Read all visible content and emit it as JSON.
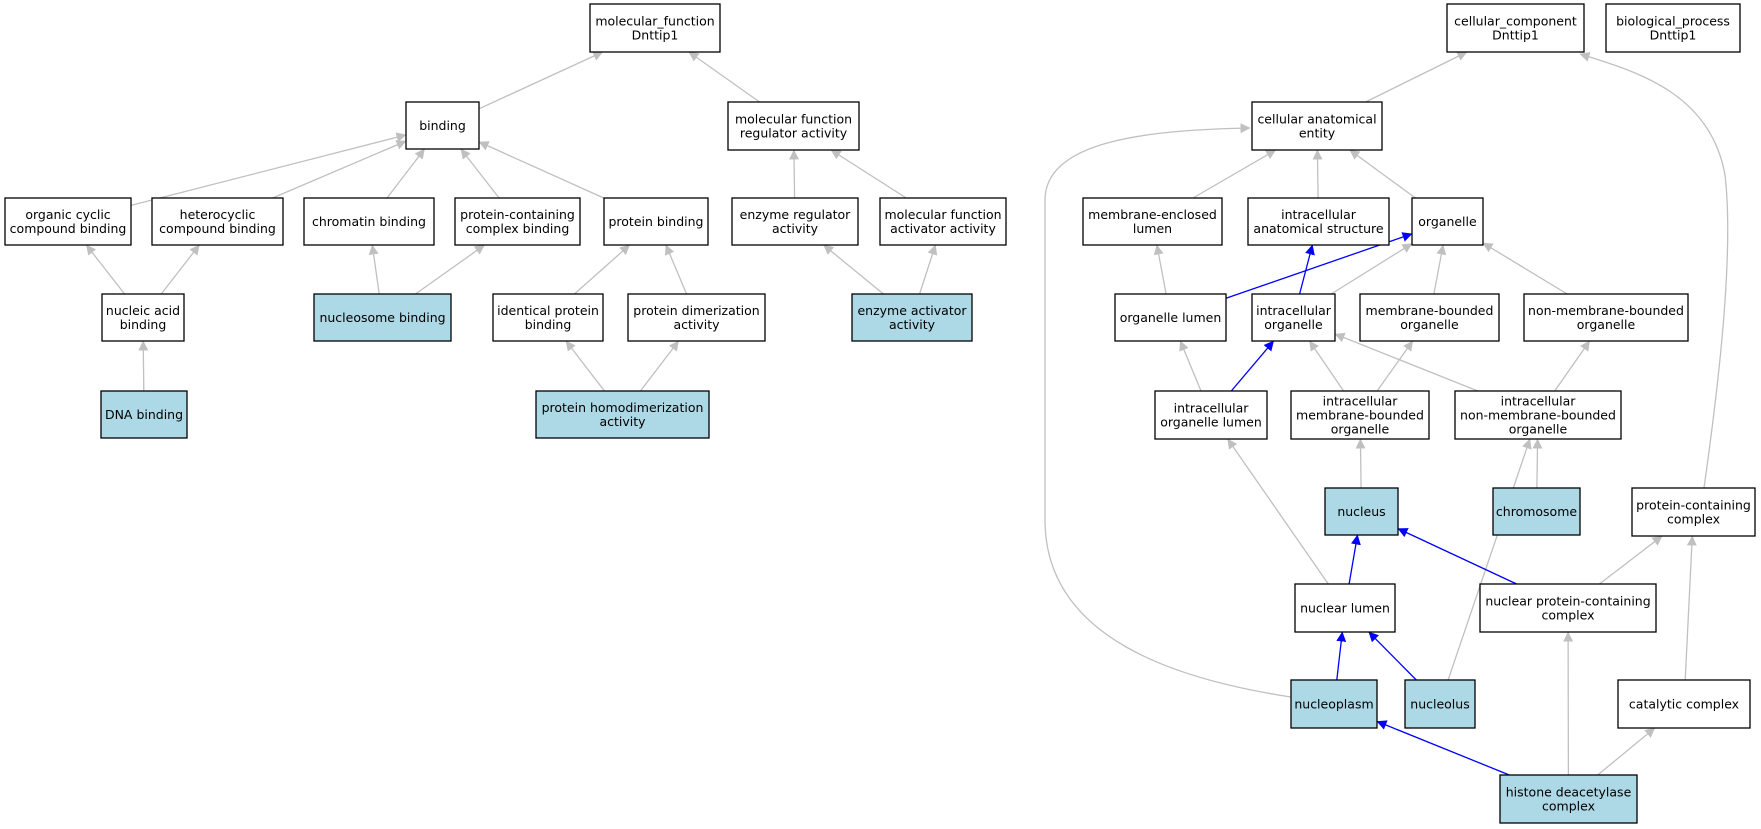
{
  "colors": {
    "node_fill": "#ffffff",
    "highlight_fill": "#add8e6",
    "edge_gray": "#c0c0c0",
    "edge_blue": "#0000ff",
    "border": "#000000"
  },
  "nodes": [
    {
      "id": "mf_root",
      "lines": [
        "molecular_function",
        "Dnttip1"
      ],
      "highlight": false
    },
    {
      "id": "binding",
      "lines": [
        "binding"
      ],
      "highlight": false
    },
    {
      "id": "mf_reg",
      "lines": [
        "molecular function",
        "regulator activity"
      ],
      "highlight": false
    },
    {
      "id": "organic_cyclic",
      "lines": [
        "organic cyclic",
        "compound binding"
      ],
      "highlight": false
    },
    {
      "id": "heterocyclic",
      "lines": [
        "heterocyclic",
        "compound binding"
      ],
      "highlight": false
    },
    {
      "id": "chromatin",
      "lines": [
        "chromatin binding"
      ],
      "highlight": false
    },
    {
      "id": "pc_complex_binding",
      "lines": [
        "protein-containing",
        "complex binding"
      ],
      "highlight": false
    },
    {
      "id": "protein_binding",
      "lines": [
        "protein binding"
      ],
      "highlight": false
    },
    {
      "id": "enzyme_reg",
      "lines": [
        "enzyme regulator",
        "activity"
      ],
      "highlight": false
    },
    {
      "id": "mf_act",
      "lines": [
        "molecular function",
        "activator activity"
      ],
      "highlight": false
    },
    {
      "id": "nucleic_acid",
      "lines": [
        "nucleic acid",
        "binding"
      ],
      "highlight": false
    },
    {
      "id": "nucleosome",
      "lines": [
        "nucleosome binding"
      ],
      "highlight": true
    },
    {
      "id": "identical",
      "lines": [
        "identical protein",
        "binding"
      ],
      "highlight": false
    },
    {
      "id": "dimerization",
      "lines": [
        "protein dimerization",
        "activity"
      ],
      "highlight": false
    },
    {
      "id": "enzyme_act",
      "lines": [
        "enzyme activator",
        "activity"
      ],
      "highlight": true
    },
    {
      "id": "dna",
      "lines": [
        "DNA binding"
      ],
      "highlight": true
    },
    {
      "id": "homodimer",
      "lines": [
        "protein homodimerization",
        "activity"
      ],
      "highlight": true
    },
    {
      "id": "cc_root",
      "lines": [
        "cellular_component",
        "Dnttip1"
      ],
      "highlight": false
    },
    {
      "id": "bp_root",
      "lines": [
        "biological_process",
        "Dnttip1"
      ],
      "highlight": false
    },
    {
      "id": "cae",
      "lines": [
        "cellular anatomical",
        "entity"
      ],
      "highlight": false
    },
    {
      "id": "mem_lumen",
      "lines": [
        "membrane-enclosed",
        "lumen"
      ],
      "highlight": false
    },
    {
      "id": "ias",
      "lines": [
        "intracellular",
        "anatomical structure"
      ],
      "highlight": false
    },
    {
      "id": "organelle",
      "lines": [
        "organelle"
      ],
      "highlight": false
    },
    {
      "id": "org_lumen",
      "lines": [
        "organelle lumen"
      ],
      "highlight": false
    },
    {
      "id": "ic_org",
      "lines": [
        "intracellular",
        "organelle"
      ],
      "highlight": false
    },
    {
      "id": "mb_org",
      "lines": [
        "membrane-bounded",
        "organelle"
      ],
      "highlight": false
    },
    {
      "id": "nmb_org",
      "lines": [
        "non-membrane-bounded",
        "organelle"
      ],
      "highlight": false
    },
    {
      "id": "ic_org_lumen",
      "lines": [
        "intracellular",
        "organelle lumen"
      ],
      "highlight": false
    },
    {
      "id": "ic_mb_org",
      "lines": [
        "intracellular",
        "membrane-bounded",
        "organelle"
      ],
      "highlight": false
    },
    {
      "id": "ic_nmb_org",
      "lines": [
        "intracellular",
        "non-membrane-bounded",
        "organelle"
      ],
      "highlight": false
    },
    {
      "id": "nucleus",
      "lines": [
        "nucleus"
      ],
      "highlight": true
    },
    {
      "id": "chromosome",
      "lines": [
        "chromosome"
      ],
      "highlight": true
    },
    {
      "id": "pc_complex",
      "lines": [
        "protein-containing",
        "complex"
      ],
      "highlight": false
    },
    {
      "id": "nuc_lumen",
      "lines": [
        "nuclear lumen"
      ],
      "highlight": false
    },
    {
      "id": "nuc_pc",
      "lines": [
        "nuclear protein-containing",
        "complex"
      ],
      "highlight": false
    },
    {
      "id": "nucleoplasm",
      "lines": [
        "nucleoplasm"
      ],
      "highlight": true
    },
    {
      "id": "nucleolus",
      "lines": [
        "nucleolus"
      ],
      "highlight": true
    },
    {
      "id": "catalytic",
      "lines": [
        "catalytic complex"
      ],
      "highlight": false
    },
    {
      "id": "hdac",
      "lines": [
        "histone deacetylase",
        "complex"
      ],
      "highlight": true
    }
  ],
  "edges": [
    {
      "from": "binding",
      "to": "mf_root",
      "color": "gray"
    },
    {
      "from": "mf_reg",
      "to": "mf_root",
      "color": "gray"
    },
    {
      "from": "organic_cyclic",
      "to": "binding",
      "color": "gray"
    },
    {
      "from": "heterocyclic",
      "to": "binding",
      "color": "gray"
    },
    {
      "from": "chromatin",
      "to": "binding",
      "color": "gray"
    },
    {
      "from": "pc_complex_binding",
      "to": "binding",
      "color": "gray"
    },
    {
      "from": "protein_binding",
      "to": "binding",
      "color": "gray"
    },
    {
      "from": "enzyme_reg",
      "to": "mf_reg",
      "color": "gray"
    },
    {
      "from": "mf_act",
      "to": "mf_reg",
      "color": "gray"
    },
    {
      "from": "nucleic_acid",
      "to": "organic_cyclic",
      "color": "gray"
    },
    {
      "from": "nucleic_acid",
      "to": "heterocyclic",
      "color": "gray"
    },
    {
      "from": "nucleosome",
      "to": "chromatin",
      "color": "gray"
    },
    {
      "from": "nucleosome",
      "to": "pc_complex_binding",
      "color": "gray"
    },
    {
      "from": "identical",
      "to": "protein_binding",
      "color": "gray"
    },
    {
      "from": "dimerization",
      "to": "protein_binding",
      "color": "gray"
    },
    {
      "from": "enzyme_act",
      "to": "enzyme_reg",
      "color": "gray"
    },
    {
      "from": "enzyme_act",
      "to": "mf_act",
      "color": "gray"
    },
    {
      "from": "dna",
      "to": "nucleic_acid",
      "color": "gray"
    },
    {
      "from": "homodimer",
      "to": "identical",
      "color": "gray"
    },
    {
      "from": "homodimer",
      "to": "dimerization",
      "color": "gray"
    },
    {
      "from": "cae",
      "to": "cc_root",
      "color": "gray"
    },
    {
      "from": "pc_complex",
      "to": "cc_root",
      "color": "gray"
    },
    {
      "from": "mem_lumen",
      "to": "cae",
      "color": "gray"
    },
    {
      "from": "ias",
      "to": "cae",
      "color": "gray"
    },
    {
      "from": "organelle",
      "to": "cae",
      "color": "gray"
    },
    {
      "from": "nucleoplasm",
      "to": "cae",
      "color": "gray"
    },
    {
      "from": "org_lumen",
      "to": "mem_lumen",
      "color": "gray"
    },
    {
      "from": "org_lumen",
      "to": "organelle",
      "color": "blue"
    },
    {
      "from": "ic_org",
      "to": "ias",
      "color": "blue"
    },
    {
      "from": "ic_org",
      "to": "organelle",
      "color": "gray"
    },
    {
      "from": "mb_org",
      "to": "organelle",
      "color": "gray"
    },
    {
      "from": "nmb_org",
      "to": "organelle",
      "color": "gray"
    },
    {
      "from": "ic_org_lumen",
      "to": "org_lumen",
      "color": "gray"
    },
    {
      "from": "ic_org_lumen",
      "to": "ic_org",
      "color": "blue"
    },
    {
      "from": "ic_mb_org",
      "to": "ic_org",
      "color": "gray"
    },
    {
      "from": "ic_mb_org",
      "to": "mb_org",
      "color": "gray"
    },
    {
      "from": "ic_nmb_org",
      "to": "ic_org",
      "color": "gray"
    },
    {
      "from": "ic_nmb_org",
      "to": "nmb_org",
      "color": "gray"
    },
    {
      "from": "nucleus",
      "to": "ic_mb_org",
      "color": "gray"
    },
    {
      "from": "chromosome",
      "to": "ic_nmb_org",
      "color": "gray"
    },
    {
      "from": "nucleolus",
      "to": "ic_nmb_org",
      "color": "gray"
    },
    {
      "from": "nuc_lumen",
      "to": "ic_org_lumen",
      "color": "gray"
    },
    {
      "from": "nuc_lumen",
      "to": "nucleus",
      "color": "blue"
    },
    {
      "from": "nuc_pc",
      "to": "nucleus",
      "color": "blue"
    },
    {
      "from": "nuc_pc",
      "to": "pc_complex",
      "color": "gray"
    },
    {
      "from": "catalytic",
      "to": "pc_complex",
      "color": "gray"
    },
    {
      "from": "nucleoplasm",
      "to": "nuc_lumen",
      "color": "blue"
    },
    {
      "from": "nucleolus",
      "to": "nuc_lumen",
      "color": "blue"
    },
    {
      "from": "hdac",
      "to": "nucleoplasm",
      "color": "blue"
    },
    {
      "from": "hdac",
      "to": "nuc_pc",
      "color": "gray"
    },
    {
      "from": "hdac",
      "to": "catalytic",
      "color": "gray"
    }
  ]
}
